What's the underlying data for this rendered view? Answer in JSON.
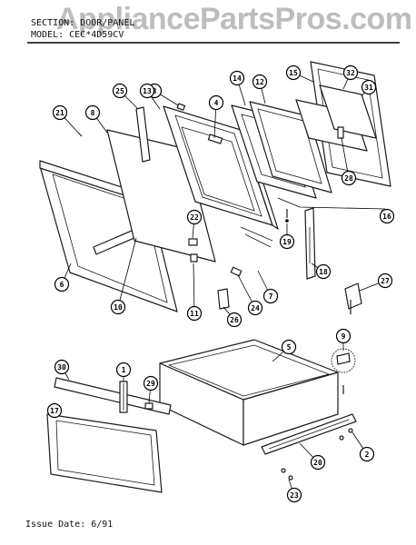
{
  "header": {
    "section_line": "SECTION: DOOR/PANEL",
    "model_line": "MODEL: CEC*4D59CV"
  },
  "watermark": "AppliancePartsPros.com",
  "footer": {
    "issue_date": "Issue Date: 6/91"
  },
  "callouts": [
    "1",
    "2",
    "3",
    "4",
    "5",
    "6",
    "7",
    "8",
    "9",
    "10",
    "11",
    "12",
    "13",
    "14",
    "15",
    "16",
    "17",
    "18",
    "19",
    "20",
    "21",
    "22",
    "23",
    "24",
    "25",
    "26",
    "27",
    "28",
    "29",
    "30",
    "31",
    "32"
  ]
}
